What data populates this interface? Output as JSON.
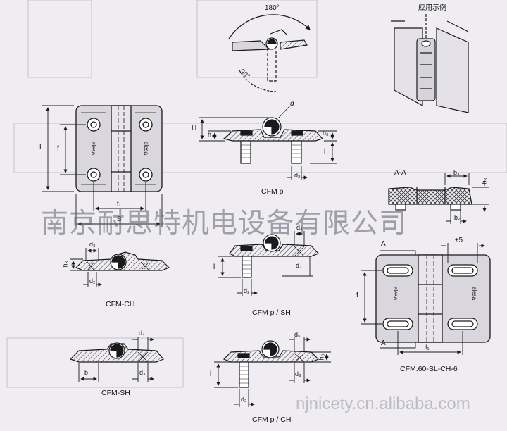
{
  "colors": {
    "background": "#efedf2",
    "line": "#1a1a1a",
    "hatch": "#3a3a3a",
    "part_fill": "#d9d6de",
    "watermark": "#60606e"
  },
  "top_labels": {
    "angle_180": "180°",
    "angle_90": "90°",
    "application_example": "应用示例"
  },
  "main_view": {
    "L": "L",
    "f": "f",
    "f1": "f₁",
    "B": "B",
    "marking_left": "elesa",
    "marking_right": "elesa"
  },
  "section_p": {
    "H": "H",
    "h1": "h₁",
    "h2": "h₂",
    "d": "d",
    "l": "l",
    "d2": "d₂",
    "caption": "CFM p"
  },
  "section_aa": {
    "title": "A-A",
    "b3": "b₃",
    "h3": "h₃",
    "b2": "b₂"
  },
  "ch": {
    "d3": "d₃",
    "h3": "h₃",
    "d2": "d₂",
    "caption": "CFM-CH"
  },
  "p_sh": {
    "d4": "d₄",
    "d3": "d₃",
    "l": "l",
    "d2": "d₂",
    "caption": "CFM p / SH"
  },
  "slotted": {
    "A_top": "A",
    "A_bottom": "A",
    "tolerance": "±5",
    "f": "f",
    "f1": "f₁",
    "marking_left": "elesa",
    "marking_right": "elesa",
    "caption": "CFM.60-SL-CH-6"
  },
  "sh": {
    "d4": "d₄",
    "b1": "b₁",
    "d3": "d₃",
    "caption": "CFM-SH"
  },
  "p_ch": {
    "d5": "d₅",
    "l": "l",
    "d3": "d₃",
    "h3": "h₃",
    "d2": "d₂",
    "caption": "CFM p / CH"
  },
  "watermark": {
    "company": "南京耐思特机电设备有限公司",
    "site": "njnicety.cn.alibaba.com"
  }
}
